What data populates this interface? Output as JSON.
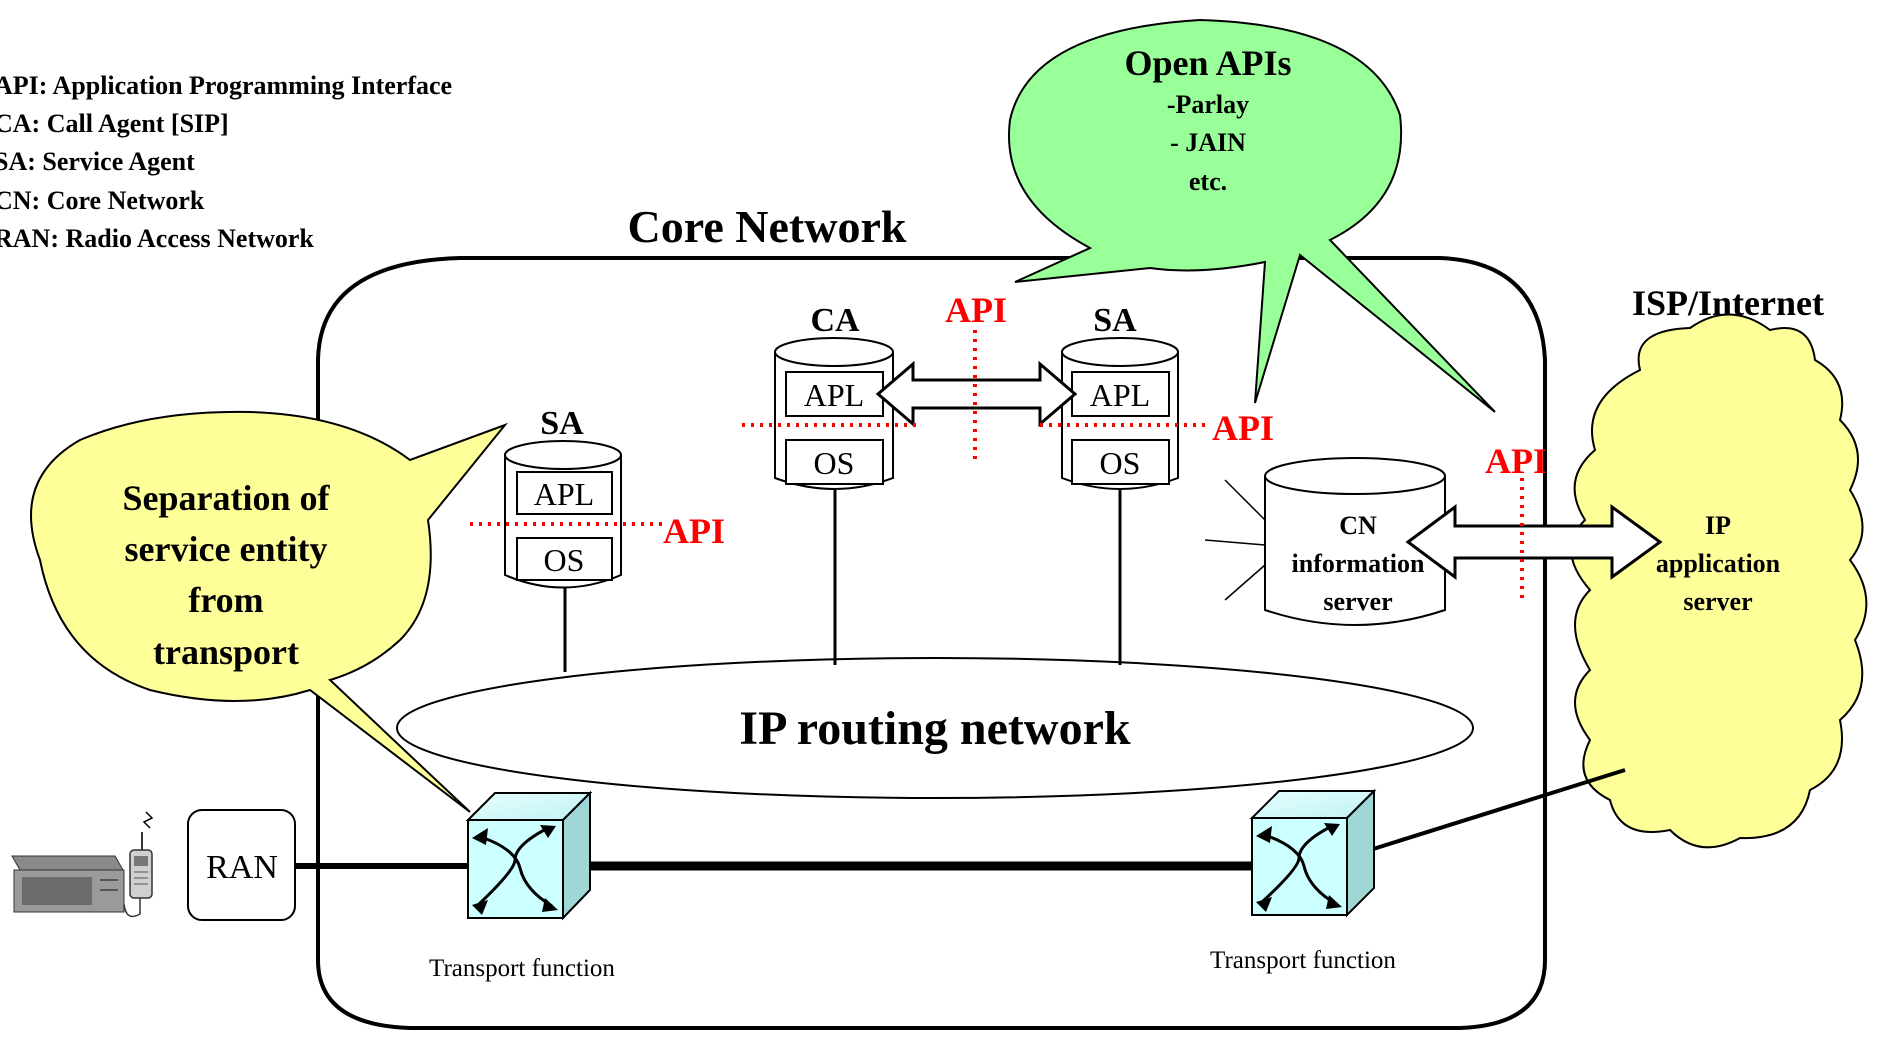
{
  "legend": [
    "API: Application Programming Interface",
    "CA: Call Agent [SIP]",
    "SA:  Service Agent",
    "CN: Core Network",
    "RAN: Radio Access Network"
  ],
  "core_network_title": "Core Network",
  "isp_title": "ISP/Internet",
  "open_apis": {
    "title": "Open APIs",
    "lines": [
      "-Parlay",
      "- JAIN",
      "etc."
    ]
  },
  "separation_bubble": [
    "Separation of",
    "service entity",
    "from",
    "transport"
  ],
  "nodes": {
    "ca_label": "CA",
    "sa_top_label": "SA",
    "sa_left_label": "SA",
    "apl": "APL",
    "os": "OS"
  },
  "api_labels": [
    "API",
    "API",
    "API",
    "API"
  ],
  "cn_server": [
    "CN",
    "information",
    "server"
  ],
  "ip_server": [
    "IP",
    "application",
    "server"
  ],
  "ip_routing": "IP routing network",
  "ran": "RAN",
  "transport_left": "Transport function",
  "transport_right": "Transport function",
  "colors": {
    "api_red": "#ff0000",
    "bubble_green": "#99ff99",
    "bubble_yellow": "#ffff99",
    "cube_cyan": "#ccffff"
  }
}
